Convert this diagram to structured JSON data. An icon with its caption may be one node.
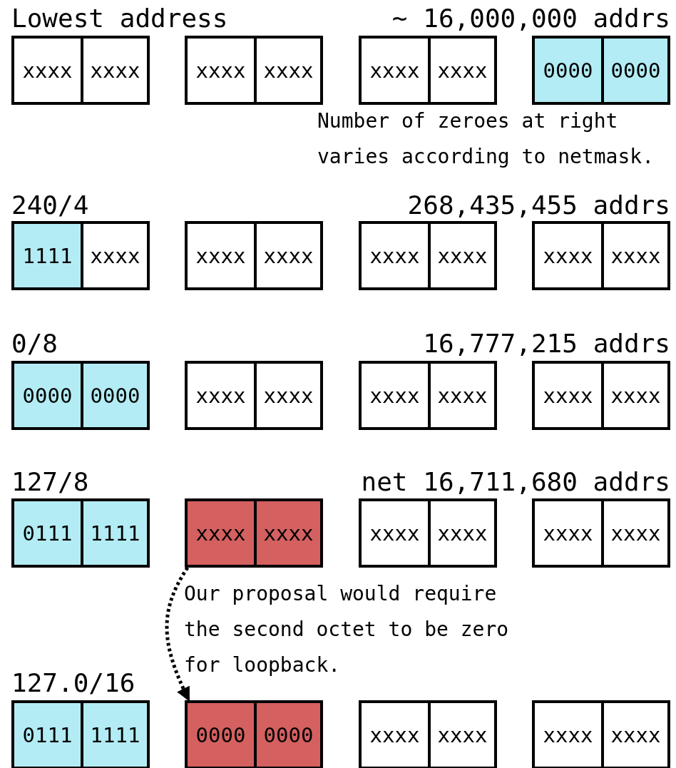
{
  "diagram": {
    "nodes": [
      {
        "text": [],
        "shape": "box"
      },
      {
        "text": [
          "xxxx"
        ],
        "in": 0
      },
      {
        "text": [
          "xxxx"
        ],
        "in": 0
      },
      {
        "text": [],
        "shape": "box"
      },
      {
        "text": [
          "xxxx"
        ],
        "in": 3
      },
      {
        "text": [
          "xxxx"
        ],
        "in": 3
      },
      {
        "text": [],
        "shape": "box"
      },
      {
        "text": [
          "xxxx"
        ],
        "in": 6
      },
      {
        "text": [
          "xxxx"
        ],
        "in": 6
      },
      {
        "text": [],
        "shape": "box"
      },
      {
        "text": [
          "0000"
        ],
        "in": 9
      },
      {
        "text": [
          "0000"
        ],
        "in": 9
      },
      {
        "text": [],
        "shape": "box"
      },
      {
        "text": [
          "1111"
        ],
        "in": 12
      },
      {
        "text": [
          "xxxx"
        ],
        "in": 12
      },
      {
        "text": [],
        "shape": "box"
      },
      {
        "text": [
          "xxxx"
        ],
        "in": 15
      },
      {
        "text": [
          "xxxx"
        ],
        "in": 15
      },
      {
        "text": [],
        "shape": "box"
      },
      {
        "text": [
          "xxxx"
        ],
        "in": 18
      },
      {
        "text": [
          "xxxx"
        ],
        "in": 18
      },
      {
        "text": [],
        "shape": "box"
      },
      {
        "text": [
          "xxxx"
        ],
        "in": 21
      },
      {
        "text": [
          "xxxx"
        ],
        "in": 21
      },
      {
        "text": [],
        "shape": "box"
      },
      {
        "text": [
          "0000"
        ],
        "in": 24
      },
      {
        "text": [
          "0000"
        ],
        "in": 24
      },
      {
        "text": [],
        "shape": "box"
      },
      {
        "text": [
          "xxxx"
        ],
        "in": 27
      },
      {
        "text": [
          "xxxx"
        ],
        "in": 27
      },
      {
        "text": [],
        "shape": "box"
      },
      {
        "text": [
          "xxxx"
        ],
        "in": 30
      },
      {
        "text": [
          "xxxx"
        ],
        "in": 30
      },
      {
        "text": [],
        "shape": "box"
      },
      {
        "text": [
          "xxxx"
        ],
        "in": 33
      },
      {
        "text": [
          "xxxx"
        ],
        "in": 33
      },
      {
        "text": [],
        "shape": "box"
      },
      {
        "text": [
          "0111"
        ],
        "in": 36
      },
      {
        "text": [
          "1111"
        ],
        "in": 36
      },
      {
        "text": [],
        "shape": "box"
      },
      {
        "text": [
          "xxxx"
        ],
        "in": 39
      },
      {
        "text": [
          "xxxx"
        ],
        "in": 39
      },
      {
        "text": [],
        "shape": "box"
      },
      {
        "text": [
          "xxxx"
        ],
        "in": 42
      },
      {
        "text": [
          "xxxx"
        ],
        "in": 42
      },
      {
        "text": [],
        "shape": "box"
      },
      {
        "text": [
          "xxxx"
        ],
        "in": 45
      },
      {
        "text": [
          "xxxx"
        ],
        "in": 45
      },
      {
        "text": [],
        "shape": "box"
      },
      {
        "text": [
          "0111"
        ],
        "in": 48
      },
      {
        "text": [
          "1111"
        ],
        "in": 48
      },
      {
        "text": [],
        "shape": "box"
      },
      {
        "text": [
          "0000"
        ],
        "in": 51
      },
      {
        "text": [
          "0000"
        ],
        "in": 51
      },
      {
        "text": [],
        "shape": "box"
      },
      {
        "text": [
          "xxxx"
        ],
        "in": 54
      },
      {
        "text": [
          "xxxx"
        ],
        "in": 54
      },
      {
        "text": [],
        "shape": "box"
      },
      {
        "text": [
          "xxxx"
        ],
        "in": 57
      },
      {
        "text": [
          "xxxx"
        ],
        "in": 57
      }
    ],
    "edges": [
      {
        "from": 39,
        "to": 51,
        "arrow": "to",
        "style": "dashed"
      }
    ],
    "labels": [
      "Lowest address",
      "~ 16,000,000 addrs",
      "Number of zeroes at right varies according to netmask.",
      "240/4",
      "268,435,455 addrs",
      "0/8",
      "16,777,215 addrs",
      "127/8",
      "net 16,711,680 addrs",
      "Our proposal would require the second octet to be zero for loopback.",
      "127.0/16"
    ]
  }
}
